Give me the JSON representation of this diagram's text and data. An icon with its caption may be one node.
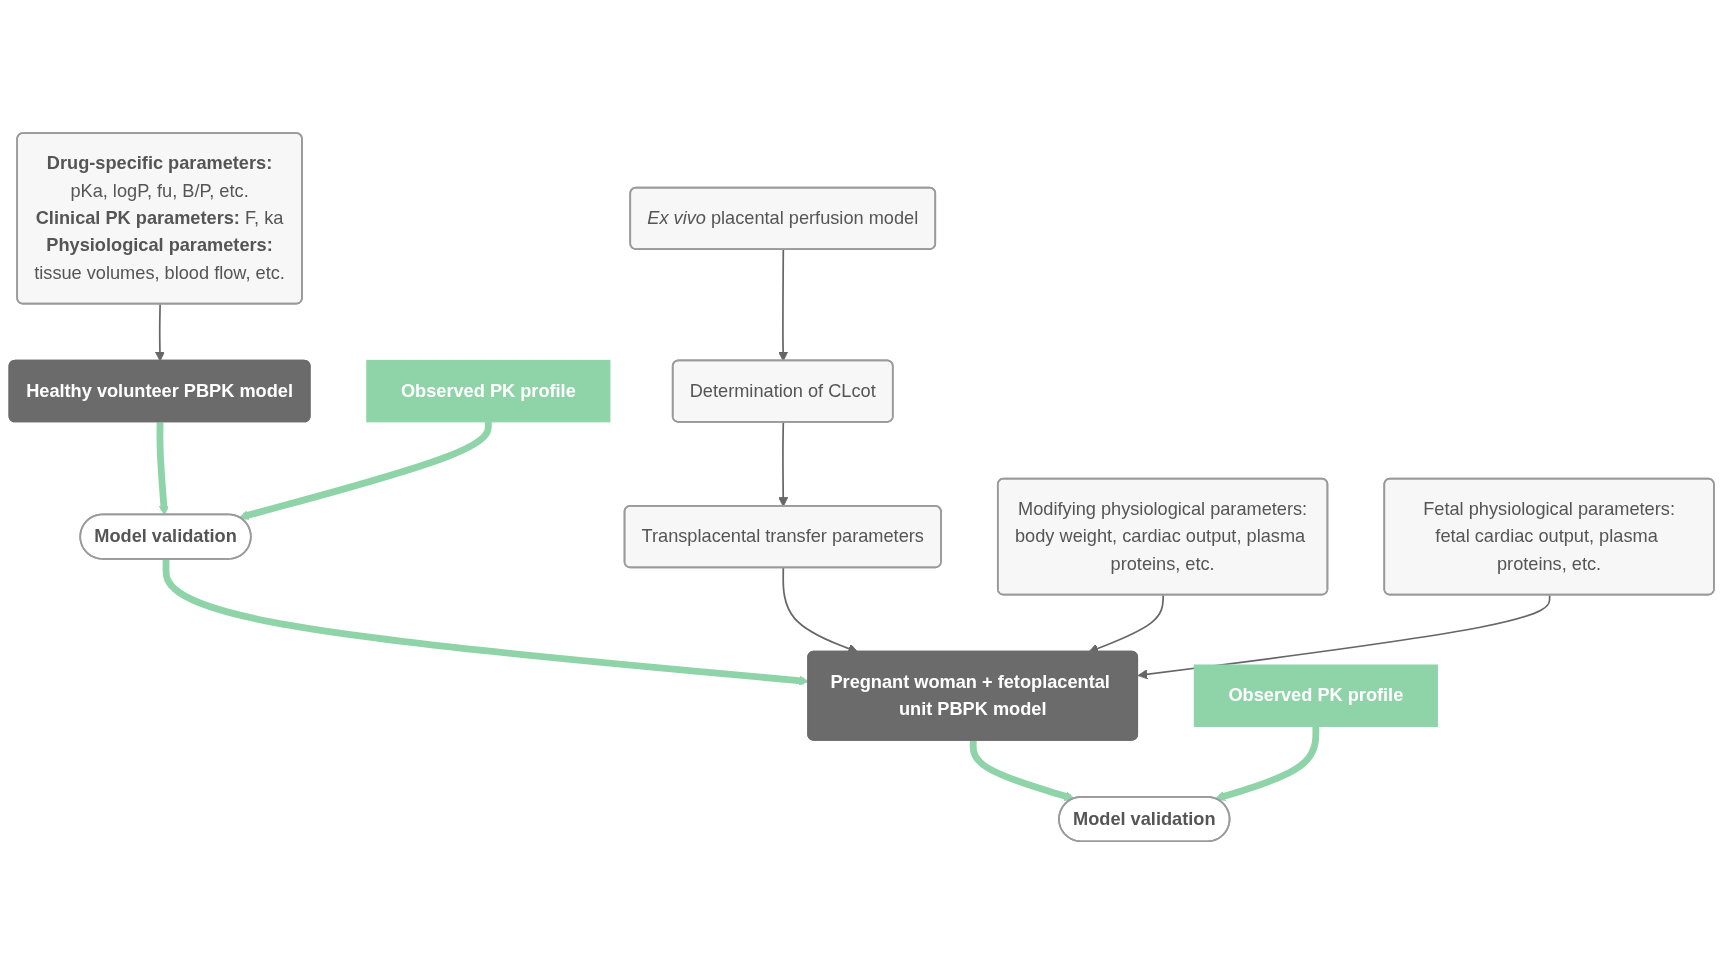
{
  "diagram": {
    "nodes": [
      {
        "text": [
          "**Drug-specific parameters:**",
          "pKa, logP, fu, B/P, etc.",
          "**Clinical PK parameters:** F, ka",
          "**Physiological parameters:**",
          "tissue volumes, blood flow, etc."
        ]
      },
      {
        "text": [
          "*Ex vivo* placental perfusion model"
        ]
      },
      {
        "text": [
          "Healthy volunteer PBPK model"
        ]
      },
      {
        "text": [
          "Determination of CLcot"
        ]
      },
      {
        "text": [
          "Transplacental transfer parameters"
        ]
      },
      {
        "text": [
          "Model validation"
        ]
      },
      {
        "text": [
          "Observed PK profile"
        ]
      },
      {
        "text": [
          "Modifying physiological parameters:",
          "body weight, cardiac output, plasma proteins, etc."
        ]
      },
      {
        "text": [
          "Pregnant woman + fetoplacental unit PBPK model"
        ]
      },
      {
        "text": [
          "Fetal physiological parameters:",
          "fetal cardiac output, plasma proteins, etc."
        ]
      },
      {
        "text": [
          "Model validation"
        ]
      },
      {
        "text": [
          "Observed PK profile"
        ]
      }
    ],
    "edges": [
      {
        "from": 0,
        "to": 2,
        "arrow": "to"
      },
      {
        "from": 1,
        "to": 3,
        "arrow": "to"
      },
      {
        "from": 3,
        "to": 4,
        "arrow": "to"
      },
      {
        "from": 2,
        "to": 5,
        "arrow": "to",
        "style": "thick",
        "color": "#8fd4a8"
      },
      {
        "from": 6,
        "to": 5,
        "arrow": "to",
        "style": "thick",
        "color": "#8fd4a8"
      },
      {
        "from": 5,
        "to": 8,
        "arrow": "to",
        "style": "thick",
        "color": "#8fd4a8"
      },
      {
        "from": 4,
        "to": 8,
        "arrow": "to"
      },
      {
        "from": 7,
        "to": 8,
        "arrow": "to"
      },
      {
        "from": 9,
        "to": 8,
        "arrow": "to"
      },
      {
        "from": 8,
        "to": 10,
        "arrow": "to",
        "style": "thick",
        "color": "#8fd4a8"
      },
      {
        "from": 11,
        "to": 10,
        "arrow": "to",
        "style": "thick",
        "color": "#8fd4a8"
      }
    ]
  }
}
